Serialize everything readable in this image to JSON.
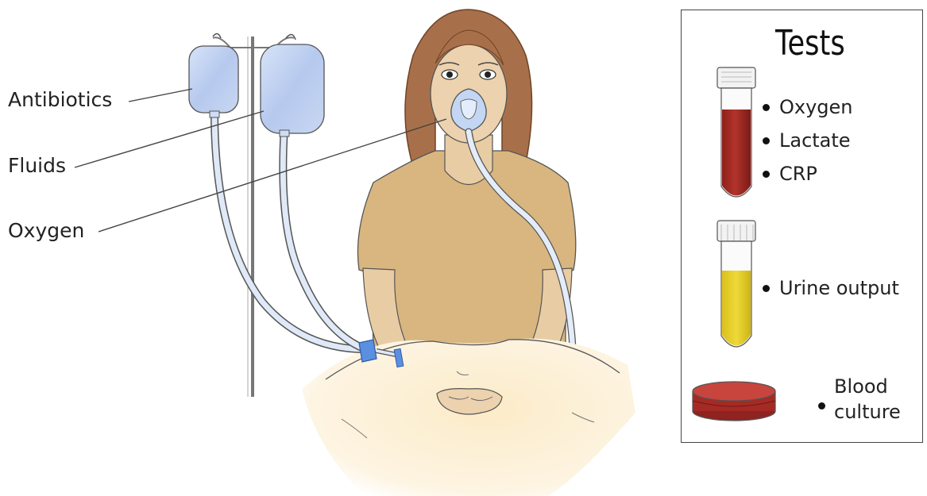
{
  "labels": {
    "antibiotics": "Antibiotics",
    "fluids": "Fluids",
    "oxygen": "Oxygen"
  },
  "tests": {
    "title": "Tests",
    "blood_tube_items": [
      "Oxygen",
      "Lactate",
      "CRP"
    ],
    "urine_item": "Urine output",
    "culture_line1": "Blood",
    "culture_line2": "culture"
  },
  "colors": {
    "iv_bag": "#b9cbee",
    "tubing": "#dfeaf7",
    "skin": "#e9cfa8",
    "hair": "#a4693f",
    "shirt": "#d9b37d",
    "blanket": "#fcefd7",
    "blood": "#a52a25",
    "urine": "#e6cf22",
    "connector": "#5b8fe0"
  }
}
